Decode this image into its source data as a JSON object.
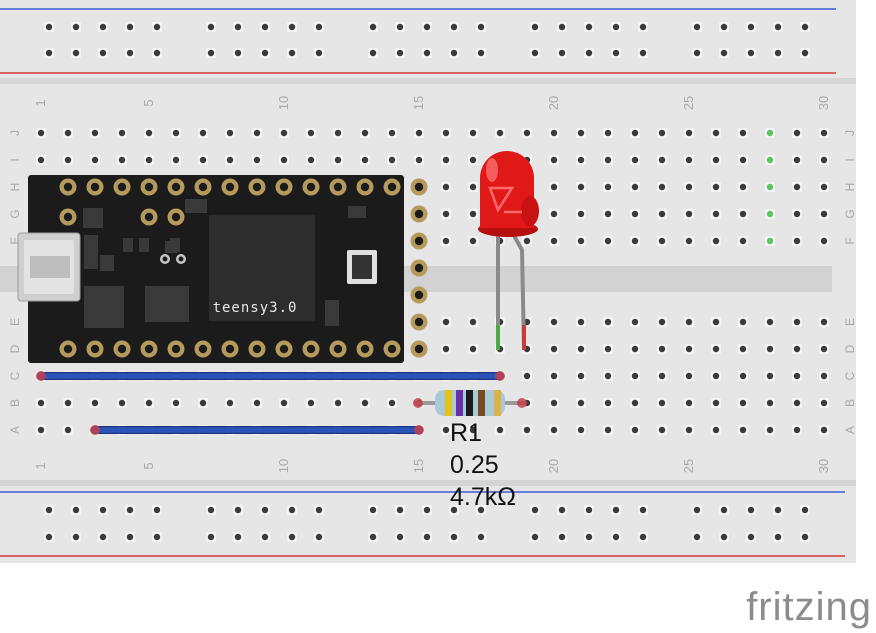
{
  "board_columns": [
    "1",
    "5",
    "10",
    "15",
    "20",
    "25",
    "30"
  ],
  "row_letters_top": [
    "J",
    "I",
    "H",
    "G",
    "F"
  ],
  "row_letters_bottom": [
    "E",
    "D",
    "C",
    "B",
    "A"
  ],
  "microcontroller": {
    "label": "teensy3.0"
  },
  "resistor": {
    "name": "R1",
    "power": "0.25",
    "resistance": "4.7kΩ"
  },
  "branding": {
    "logo": "fritzing"
  },
  "colors": {
    "breadboard": "#e6e6e6",
    "hole": "#3a3a3a",
    "rail_blue": "#1f3dd6",
    "rail_red": "#d4141b",
    "wire_blue": "#2b54b8",
    "led_red": "#e01818",
    "highlight_green": "#5ec45e",
    "teensy_body": "#1b1b1b",
    "teensy_pad": "#b59a5c"
  }
}
